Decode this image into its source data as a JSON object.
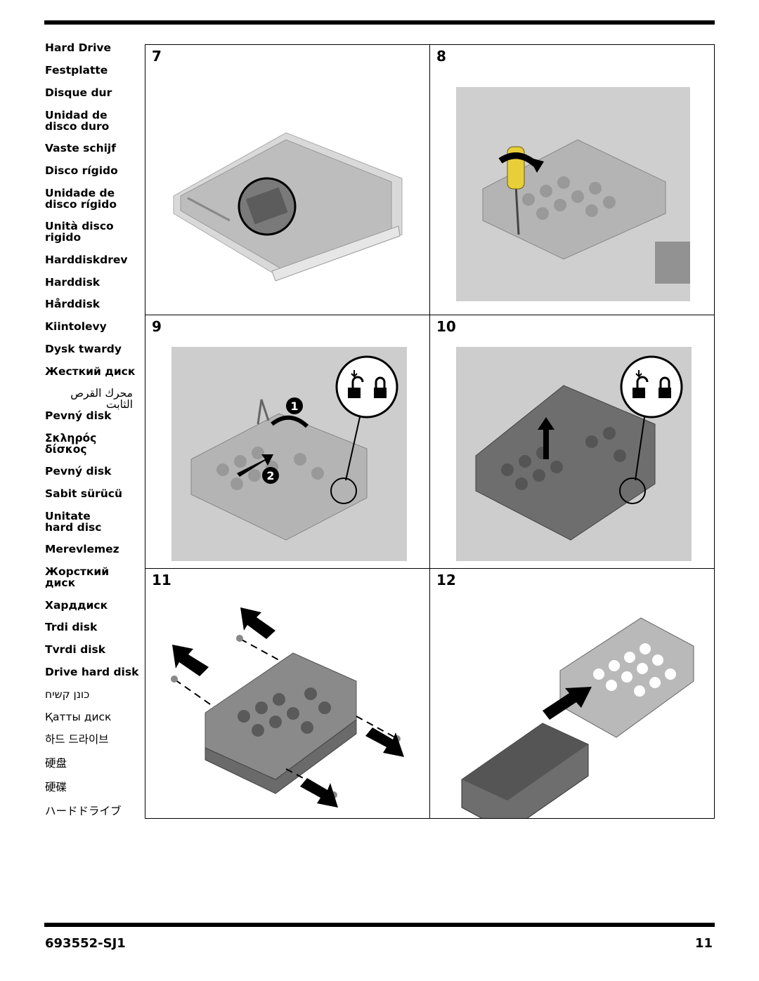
{
  "languages": [
    "Hard Drive",
    "Festplatte",
    "Disque dur",
    "Unidad de disco duro",
    "Vaste schijf",
    "Disco rígido",
    "Unidade de disco rígido",
    "Unità disco rigido",
    "Harddiskdrev",
    "Harddisk",
    "Hårddisk",
    "Kiintolevy",
    "Dysk twardy",
    "Жесткий диск",
    "محرك القرص الثابت",
    "Pevný disk",
    "Σκληρός δίσκος",
    "Pevný disk",
    "Sabit sürücü",
    "Unitate hard disc",
    "Merevlemez",
    "Жорсткий диск",
    "Харддиск",
    "Trdi disk",
    "Tvrdi disk",
    "Drive hard disk",
    "כונן קשיח",
    "Қатты диск",
    "하드 드라이브",
    "硬盘",
    "硬碟",
    "ハードドライブ"
  ],
  "steps": [
    "7",
    "8",
    "9",
    "10",
    "11",
    "12"
  ],
  "callouts": {
    "step9_first": "1",
    "step9_second": "2"
  },
  "footer": {
    "doc_number": "693552-SJ1",
    "page_number": "11"
  },
  "colors": {
    "screwdriver_handle": "#e8cf3a",
    "panel_gray": "#b9b9b9",
    "drive_dark": "#6e6e6e"
  },
  "icons": [
    "unlock-icon",
    "lock-icon",
    "arrow-icon",
    "screwdriver-icon",
    "screw-icon"
  ]
}
